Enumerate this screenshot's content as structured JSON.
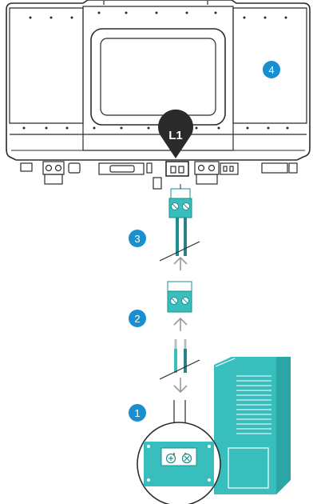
{
  "colors": {
    "teal": "#38bfbd",
    "teal_dark": "#1a8f8f",
    "blue": "#1a8fd0",
    "outline": "#2b2b2b",
    "gray": "#9a9a9a",
    "light_gray": "#e6e6e6",
    "label_bg": "#2a2a2a"
  },
  "device": {
    "connector_label": "L1",
    "step_label": "4"
  },
  "steps": [
    {
      "label": "3"
    },
    {
      "label": "2"
    },
    {
      "label": "1"
    }
  ],
  "icons": {
    "arrow_up": "arrow-up-icon",
    "arrow_down": "arrow-down-icon",
    "plus_terminal": "plus-terminal-icon",
    "minus_terminal": "minus-terminal-icon"
  }
}
